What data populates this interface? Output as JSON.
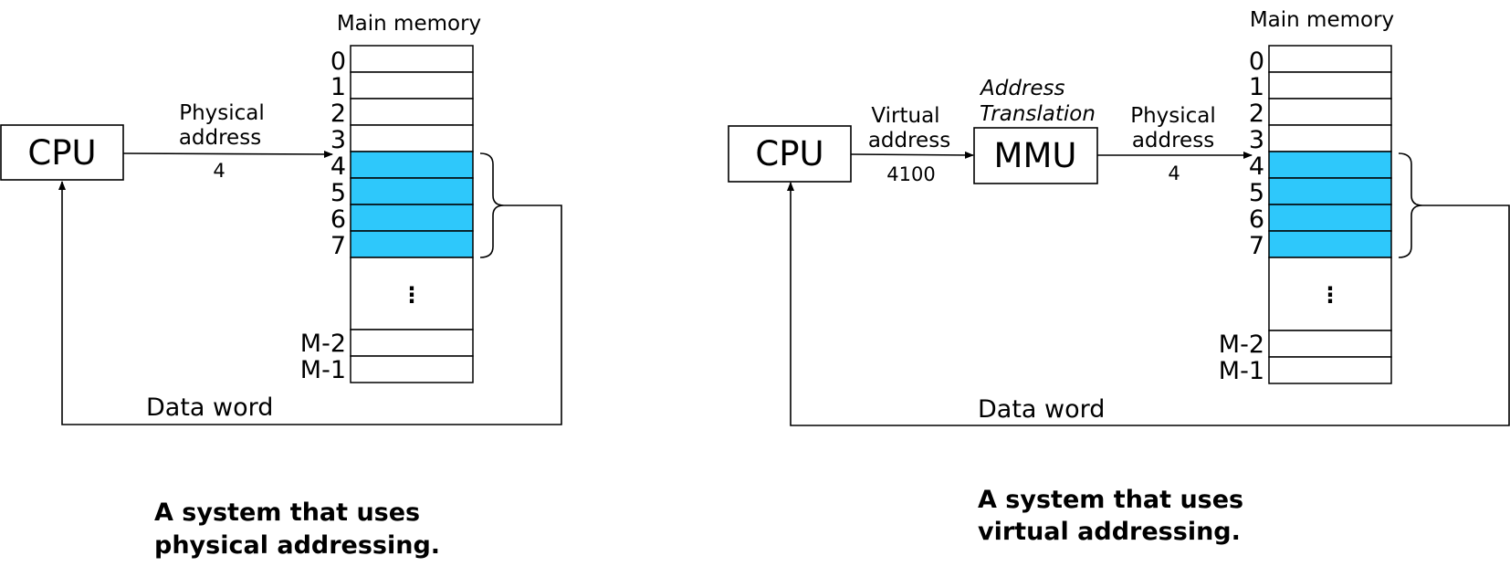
{
  "left_panel": {
    "cpu_label": "CPU",
    "address_label_line1": "Physical",
    "address_label_line2": "address",
    "address_value": "4",
    "memory_title": "Main memory",
    "row_labels": [
      "0",
      "1",
      "2",
      "3",
      "4",
      "5",
      "6",
      "7"
    ],
    "bottom_row_labels": [
      "M-2",
      "M-1"
    ],
    "ellipsis": "⋮",
    "data_word_label": "Data word",
    "caption_line1": "A system that uses",
    "caption_line2": "physical addressing."
  },
  "right_panel": {
    "cpu_label": "CPU",
    "virtual_label_line1": "Virtual",
    "virtual_label_line2": "address",
    "virtual_value": "4100",
    "translation_label_line1": "Address",
    "translation_label_line2": "Translation",
    "mmu_label": "MMU",
    "physical_label_line1": "Physical",
    "physical_label_line2": "address",
    "physical_value": "4",
    "memory_title": "Main memory",
    "row_labels": [
      "0",
      "1",
      "2",
      "3",
      "4",
      "5",
      "6",
      "7"
    ],
    "bottom_row_labels": [
      "M-2",
      "M-1"
    ],
    "ellipsis": "⋮",
    "data_word_label": "Data word",
    "caption_line1": "A system that uses",
    "caption_line2": "virtual addressing."
  },
  "colors": {
    "highlight_cell": "#2ec8fb",
    "stroke": "#000000",
    "background": "#ffffff"
  },
  "highlighted_rows": [
    "4",
    "5",
    "6",
    "7"
  ]
}
